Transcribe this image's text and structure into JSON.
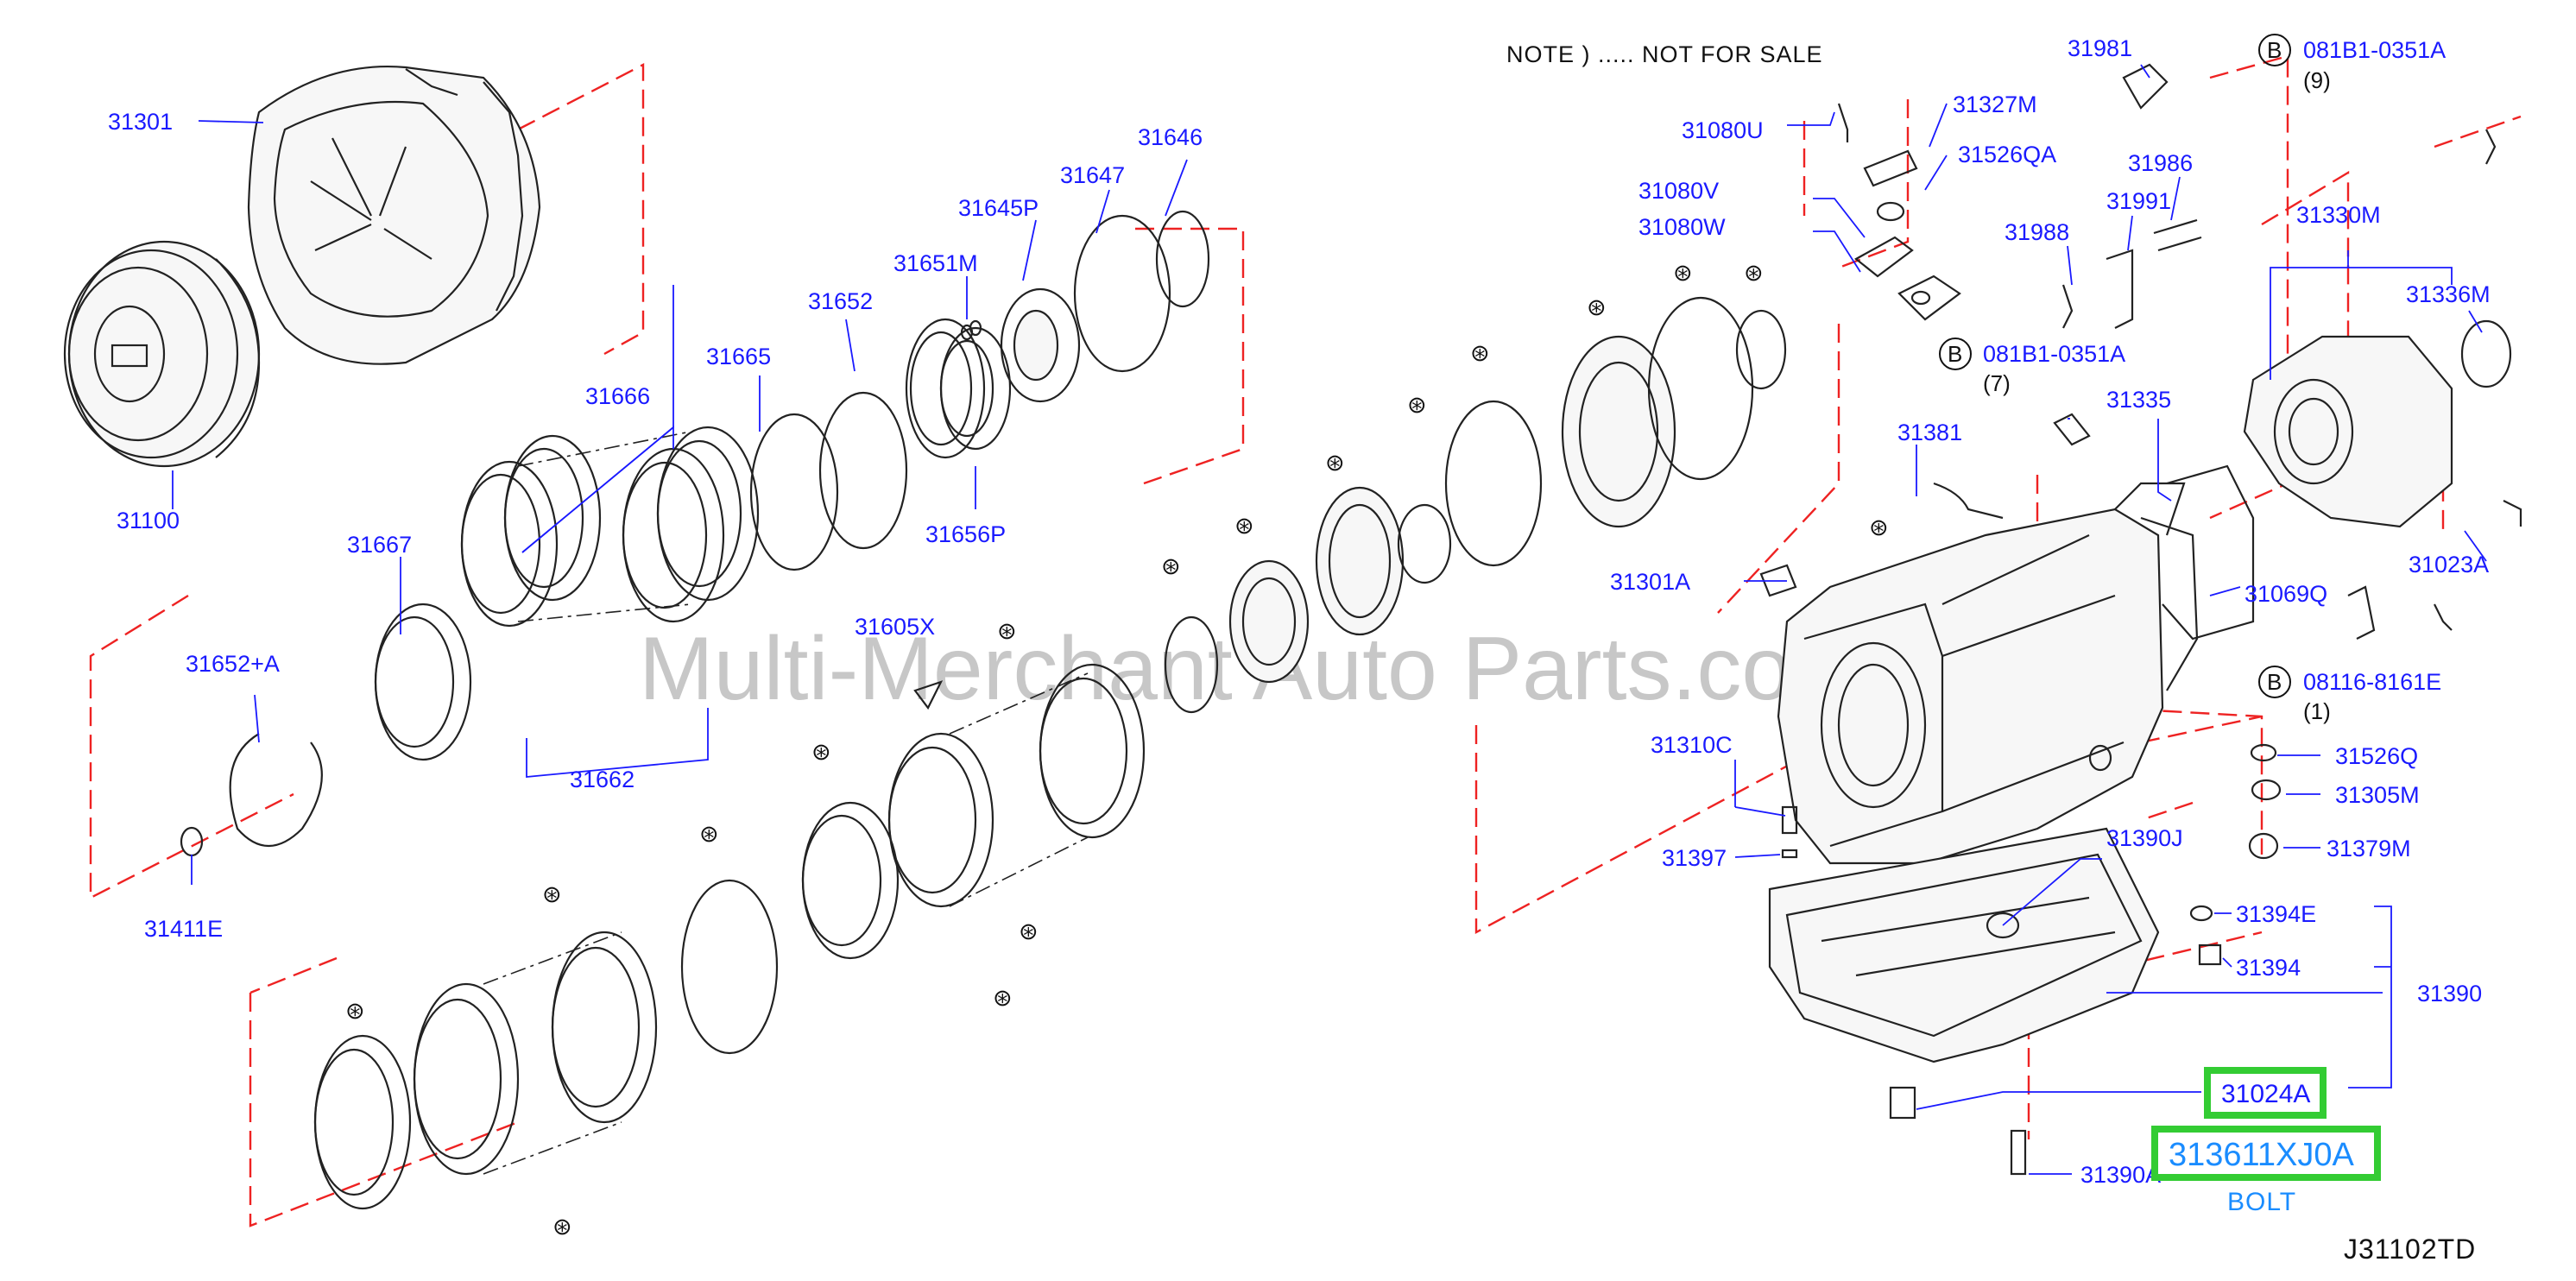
{
  "note": {
    "text": "NOTE )  ..... NOT FOR SALE",
    "symbol": "not-for-sale-symbol"
  },
  "watermark": "Multi-Merchant Auto Parts.com",
  "diagram_code": "J31102TD",
  "parts": [
    "31301",
    "31100",
    "31666",
    "31667",
    "31662",
    "31652+A",
    "31411E",
    "31665",
    "31652",
    "31651M",
    "31645P",
    "31647",
    "31646",
    "31656P",
    "31605X",
    "31080U",
    "31327M",
    "31526QA",
    "31080V",
    "31080W",
    "31981",
    "31986",
    "31991",
    "31988",
    "31330M",
    "31336M",
    "31381",
    "31335",
    "31301A",
    "31069Q",
    "31023A",
    "31310C",
    "31526Q",
    "31305M",
    "31379M",
    "31397",
    "31390J",
    "31394E",
    "31394",
    "31390",
    "31390A"
  ],
  "bolts": [
    {
      "code": "081B1-0351A",
      "qty": "(9)"
    },
    {
      "code": "081B1-0351A",
      "qty": "(7)"
    },
    {
      "code": "08116-8161E",
      "qty": "(1)"
    }
  ],
  "highlight": {
    "part": "31024A",
    "number": "313611XJ0A",
    "name": "BOLT"
  },
  "colors": {
    "label_blue": "#1a1aff",
    "highlight_green": "#33cc33",
    "highlight_text": "#1a8cff",
    "guide_red": "#e22222"
  }
}
